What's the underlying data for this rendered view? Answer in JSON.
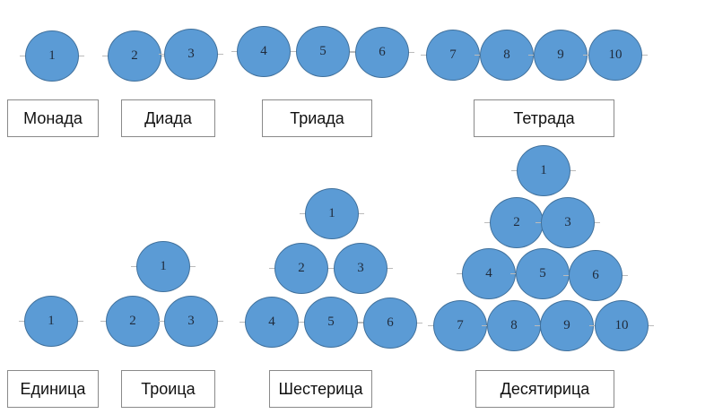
{
  "colors": {
    "circle_fill": "#5b9bd5",
    "circle_stroke": "#41719c"
  },
  "top_row": [
    {
      "name": "Монада",
      "numbers": [
        "1"
      ]
    },
    {
      "name": "Диада",
      "numbers": [
        "2",
        "3"
      ]
    },
    {
      "name": "Триада",
      "numbers": [
        "4",
        "5",
        "6"
      ]
    },
    {
      "name": "Тетрада",
      "numbers": [
        "7",
        "8",
        "9",
        "10"
      ]
    }
  ],
  "bottom_row": [
    {
      "name": "Единица",
      "numbers": [
        "1"
      ]
    },
    {
      "name": "Троица",
      "numbers": [
        "1",
        "2",
        "3"
      ]
    },
    {
      "name": "Шестерица",
      "numbers": [
        "1",
        "2",
        "3",
        "4",
        "5",
        "6"
      ]
    },
    {
      "name": "Десятирица",
      "numbers": [
        "1",
        "2",
        "3",
        "4",
        "5",
        "6",
        "7",
        "8",
        "9",
        "10"
      ]
    }
  ]
}
